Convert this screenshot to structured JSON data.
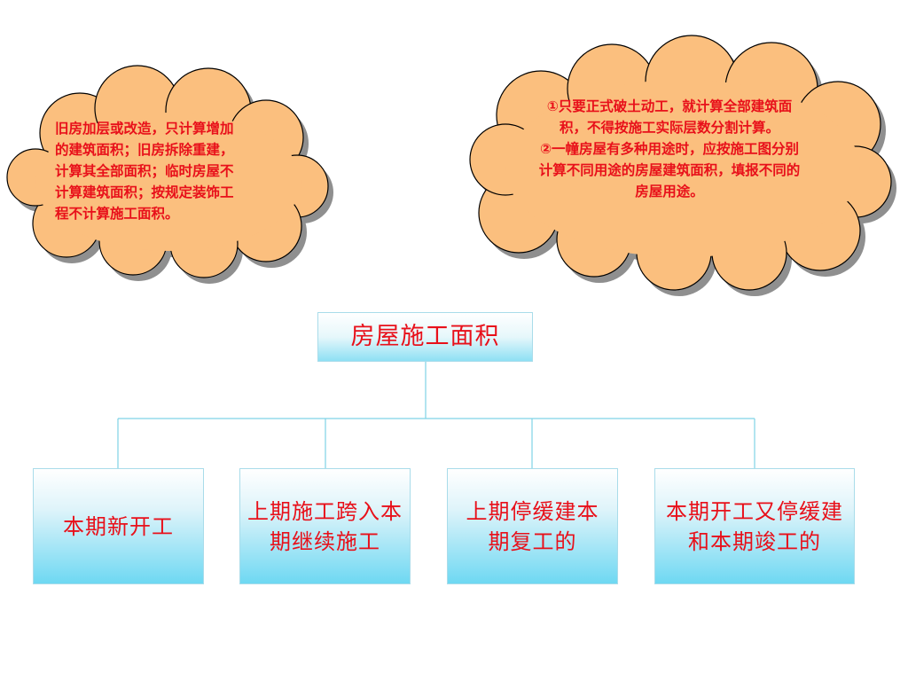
{
  "cloud_left": {
    "text": "旧房加层或改造，只计算增加的建筑面积；旧房拆除重建，计算其全部面积；临时房屋不计算建筑面积；按规定装饰工程不计算施工面积。"
  },
  "cloud_right": {
    "para1": "①只要正式破土动工，就计算全部建筑面积，不得按施工实际层数分割计算。",
    "para2": "②一幢房屋有多种用途时，应按施工图分别计算不同用途的房屋建筑面积，填报不同的房屋用途。"
  },
  "root": {
    "label": "房屋施工面积"
  },
  "children": [
    {
      "label": "本期新开工"
    },
    {
      "label": "上期施工跨入本期继续施工"
    },
    {
      "label": "上期停缓建本期复工的"
    },
    {
      "label": "本期开工又停缓建和本期竣工的"
    }
  ],
  "colors": {
    "text": "#e8101a",
    "cloud_fill": "#fbbf7e",
    "cloud_shadow": "#8f8f8f",
    "connector": "#7fd3e6"
  }
}
